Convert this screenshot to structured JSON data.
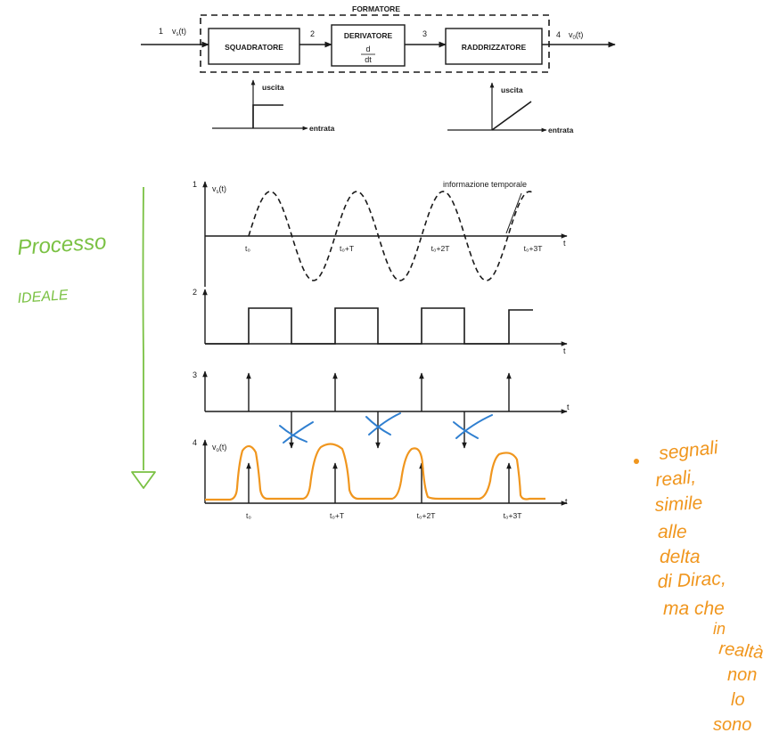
{
  "block_diagram": {
    "title": "FORMATORE",
    "input_node": "1",
    "input_signal": "v",
    "input_subscript": "s",
    "input_arg": "(t)",
    "blocks": [
      {
        "label": "SQUADRATORE",
        "sub": ""
      },
      {
        "label": "DERIVATORE",
        "sub": "d"
      },
      {
        "label": "RADDRIZZATORE",
        "sub": ""
      }
    ],
    "derivative_num": "d",
    "derivative_den": "dt",
    "node2": "2",
    "node3": "3",
    "node4": "4",
    "output_signal": "v",
    "output_subscript": "0",
    "output_arg": "(t)"
  },
  "transfer_curves": {
    "left": {
      "output_label": "uscita",
      "input_label": "entrata"
    },
    "right": {
      "output_label": "uscita",
      "input_label": "entrata"
    }
  },
  "waveforms": {
    "annotation": "informazione temporale",
    "t_axis_label": "t",
    "rows": [
      {
        "number": "1",
        "signal": "v",
        "subscript": "s",
        "arg": "(t)",
        "style": "dashed-sine"
      },
      {
        "number": "2",
        "signal": "",
        "subscript": "",
        "arg": "",
        "style": "square"
      },
      {
        "number": "3",
        "signal": "",
        "subscript": "",
        "arg": "",
        "style": "impulses"
      },
      {
        "number": "4",
        "signal": "v",
        "subscript": "o",
        "arg": "(t)",
        "style": "impulses"
      }
    ],
    "time_ticks": [
      "t₀",
      "t₀+T",
      "t₀+2T",
      "t₀+3T"
    ]
  },
  "handwritten": {
    "left_note_line1": "Processo",
    "left_note_line2": "IDEALE",
    "right_note_lines": [
      "segnali",
      "reali,",
      "simile",
      "alle",
      "delta",
      "di Dirac,",
      "ma che",
      "in",
      "realtà",
      "non",
      "lo",
      "sono"
    ]
  },
  "colors": {
    "green_note": "#7ac143",
    "orange_note": "#f0961e",
    "blue_marks": "#2f7fd0",
    "ink": "#1a1a1a"
  }
}
